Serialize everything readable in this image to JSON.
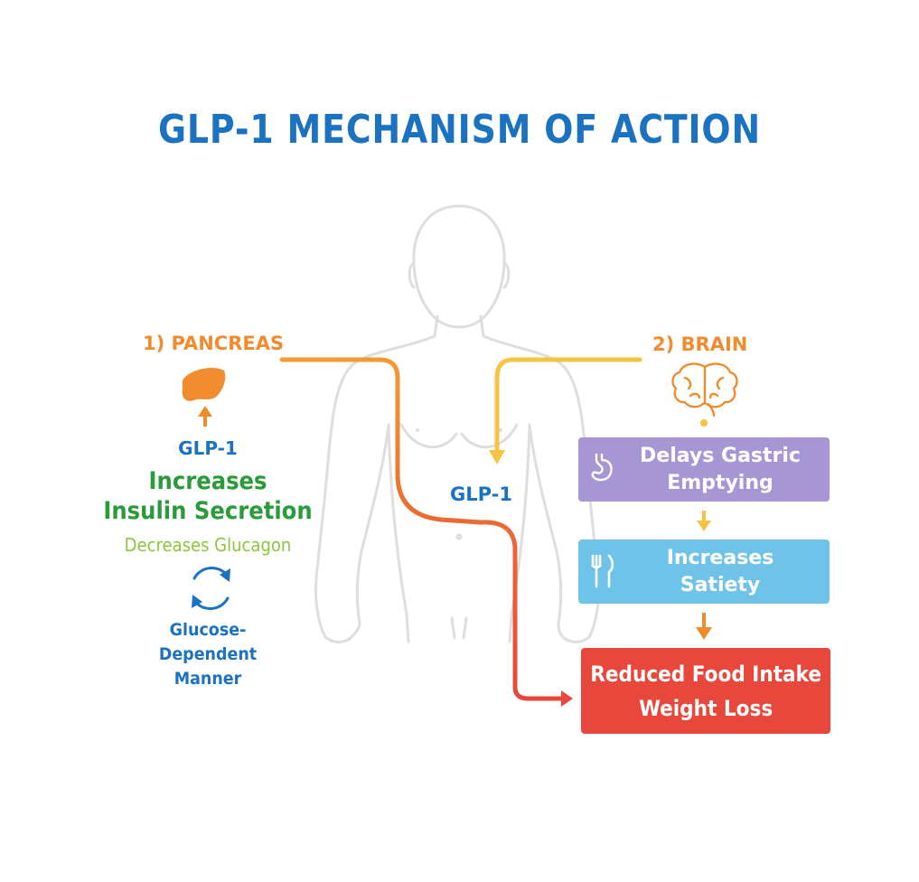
{
  "title": "GLP-1 MECHANISM OF ACTION",
  "left_panel": {
    "section_label": "1) PANCREAS",
    "organ_icon": "pancreas-icon",
    "hormone_label": "GLP-1",
    "effect_primary_line1": "Increases",
    "effect_primary_line2": "Insulin Secretion",
    "effect_secondary": "Decreases Glucagon",
    "cycle_icon": "cycle-arrows-icon",
    "manner_line1": "Glucose-",
    "manner_line2": "Dependent",
    "manner_line3": "Manner"
  },
  "center": {
    "hormone_label": "GLP-1",
    "figure_icon": "human-body-outline"
  },
  "right_panel": {
    "section_label": "2) BRAIN",
    "organ_icon": "brain-icon",
    "steps": [
      {
        "line1": "Delays Gastric",
        "line2": "Emptying",
        "icon": "stomach-icon"
      },
      {
        "line1": "Increases",
        "line2": "Satiety",
        "icon": "fork-knife-icon"
      },
      {
        "line1": "Reduced Food Intake",
        "line2": "Weight Loss",
        "icon": ""
      }
    ]
  },
  "colors": {
    "title": "#1b72c0",
    "pancreas_orange": "#f08c2e",
    "brain_yellow": "#f6c342",
    "path_red": "#e8473b",
    "insulin_green": "#2a9a3a",
    "glucagon_green": "#8cc63f",
    "gastric_box": "#a696d4",
    "satiety_box": "#6fc3e8",
    "outcome_box": "#e8473b",
    "body_outline": "#dedede"
  }
}
